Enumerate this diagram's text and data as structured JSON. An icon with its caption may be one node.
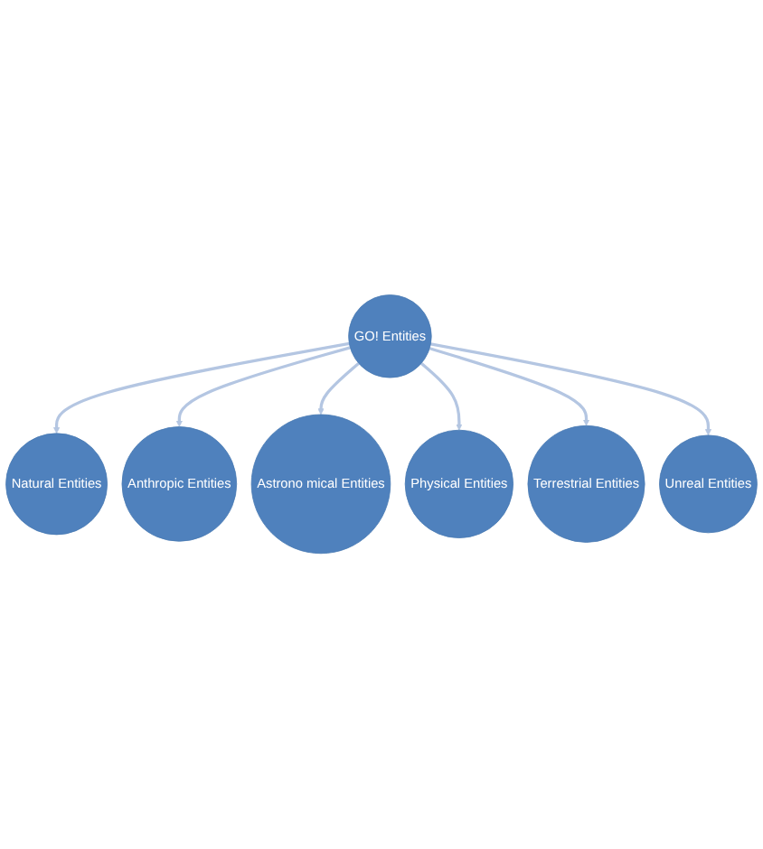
{
  "diagram": {
    "nodes": [
      {
        "text": [
          "GO! Entities"
        ]
      },
      {
        "text": [
          "Natural Entities"
        ]
      },
      {
        "text": [
          "Anthropic Entities"
        ]
      },
      {
        "text": [
          "Astrono mical Entities"
        ]
      },
      {
        "text": [
          "Physical Entities"
        ]
      },
      {
        "text": [
          "Terrestrial Entities"
        ]
      },
      {
        "text": [
          "Unreal Entities"
        ]
      }
    ],
    "edges": [
      {
        "from": 0,
        "to": 1,
        "arrow": "to"
      },
      {
        "from": 0,
        "to": 2,
        "arrow": "to"
      },
      {
        "from": 0,
        "to": 3,
        "arrow": "to"
      },
      {
        "from": 0,
        "to": 4,
        "arrow": "to"
      },
      {
        "from": 0,
        "to": 5,
        "arrow": "to"
      },
      {
        "from": 0,
        "to": 6,
        "arrow": "to"
      }
    ]
  }
}
